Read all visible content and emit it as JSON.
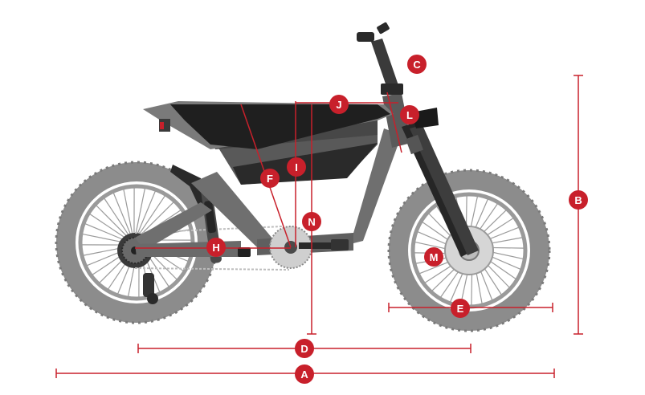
{
  "diagram": {
    "accent_color": "#c8202b",
    "frame_color": "#6f6f6f",
    "tire_color": "#8c8c8c",
    "seat_color": "#2a2a2a",
    "badges": [
      "A",
      "B",
      "C",
      "D",
      "E",
      "F",
      "H",
      "I",
      "J",
      "L",
      "M",
      "N"
    ]
  }
}
